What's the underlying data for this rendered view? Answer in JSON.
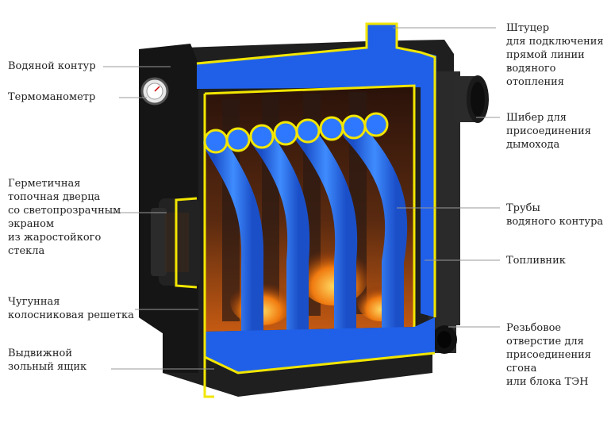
{
  "labels": {
    "water_circuit": "Водяной контур",
    "thermomanometer": "Термоманометр",
    "firebox_door": "Герметичная\nтопочная дверца\nсо светопрозрачным\nэкраном\nиз жаростойкого\nстекла",
    "cast_iron_grate": "Чугунная\nколосниковая решетка",
    "ash_drawer": "Выдвижной\nзольный ящик",
    "fitting": "Штуцер\nдля подключения\nпрямой линии\nводяного\nотопления",
    "damper": "Шибер для\nприсоединения\nдымохода",
    "water_tubes": "Трубы\nводяного контура",
    "fuel_chamber": "Топливник",
    "threaded_hole": "Резьбовое\nотверстие для\nприсоединения\nсгона\nили блока ТЭН"
  },
  "colors": {
    "body": "#1c1c1c",
    "outline": "#f2e600",
    "water": "#1f5fe0",
    "fire": "#f07a10"
  }
}
